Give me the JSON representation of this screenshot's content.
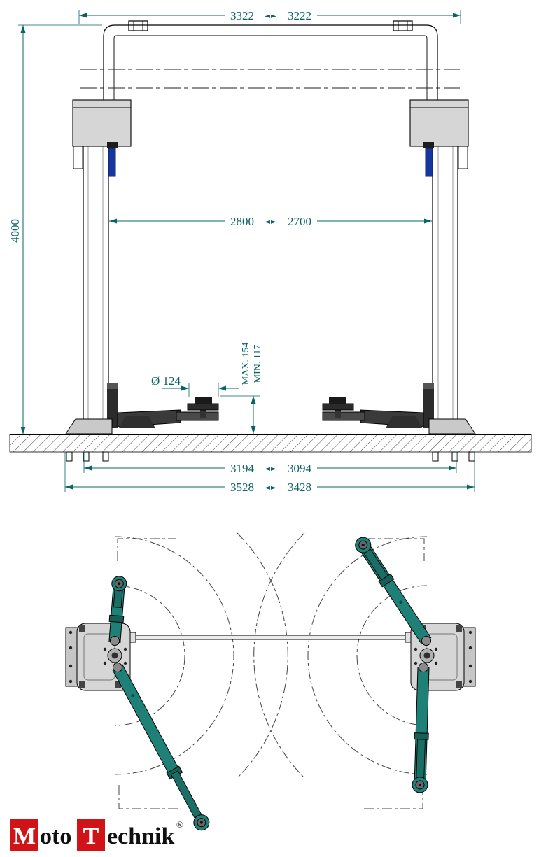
{
  "front_view": {
    "dim_top_left": "3322",
    "dim_top_right": "3222",
    "dim_height": "4000",
    "dim_clearance_left": "2800",
    "dim_clearance_right": "2700",
    "dim_pad_diameter": "Ø 124",
    "dim_pad_max": "MAX. 154",
    "dim_pad_min": "MIN. 117",
    "dim_base_inner_left": "3194",
    "dim_base_inner_right": "3094",
    "dim_base_outer_left": "3528",
    "dim_base_outer_right": "3428"
  },
  "icons": {
    "variant_arrow": "◄►"
  },
  "logo": {
    "letter_m": "M",
    "oto": "oto",
    "letter_t": "T",
    "echnik": "echnik",
    "registered": "®"
  },
  "colors": {
    "dimension_teal": "#0a6366",
    "arm_teal": "#1f8077",
    "carriage_blue": "#16369e",
    "logo_red": "#d01317",
    "structure_gray": "#d6d6d6"
  }
}
